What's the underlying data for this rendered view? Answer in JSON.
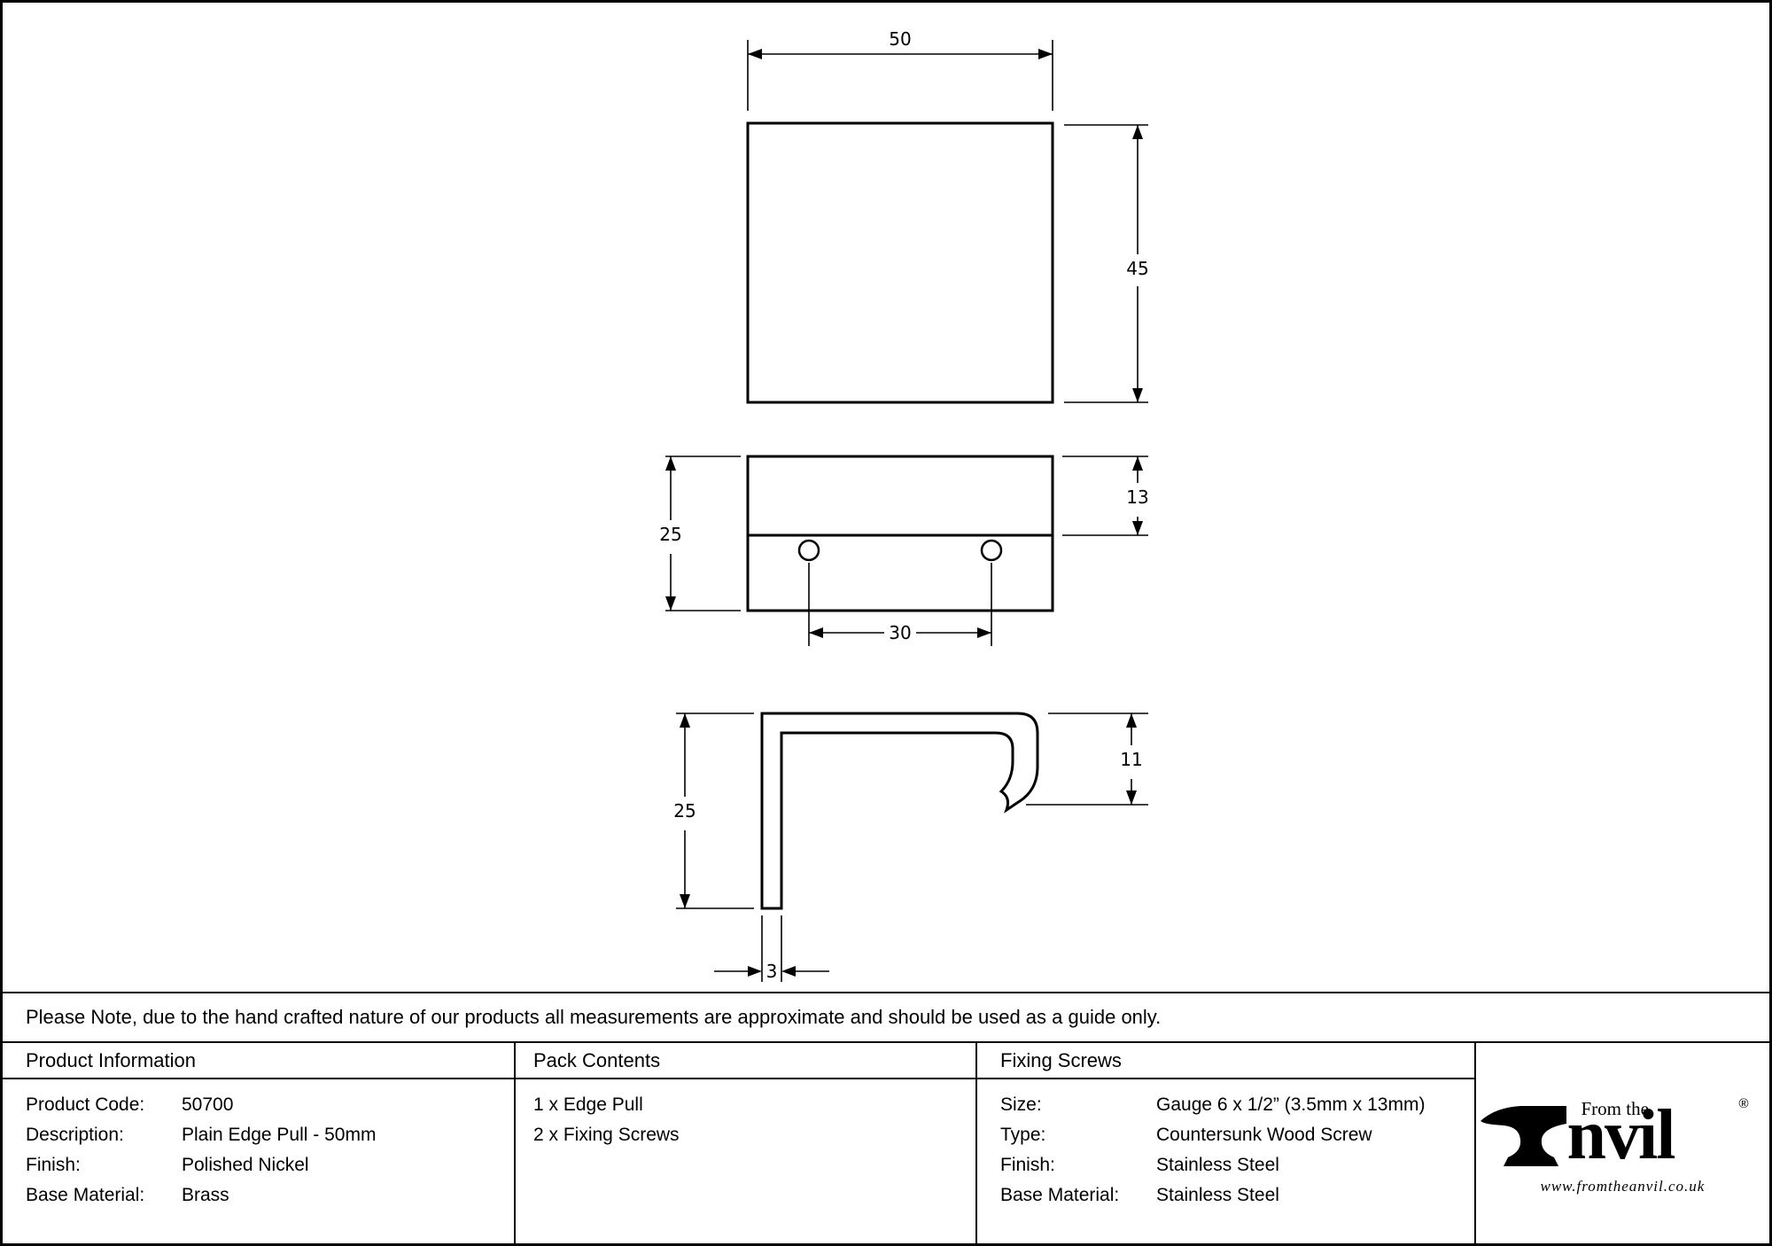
{
  "note": "Please Note, due to the hand crafted nature of our products all measurements are approximate and should be used as a guide only.",
  "drawing": {
    "front": {
      "width": "50",
      "height": "45"
    },
    "plan": {
      "depth": "25",
      "flange": "13",
      "hole_spacing": "30"
    },
    "profile": {
      "depth": "25",
      "lip": "11",
      "thickness": "3"
    }
  },
  "table": {
    "product_info": {
      "header": "Product Information",
      "rows": [
        {
          "label": "Product Code:",
          "value": "50700"
        },
        {
          "label": "Description:",
          "value": "Plain Edge Pull - 50mm"
        },
        {
          "label": "Finish:",
          "value": "Polished Nickel"
        },
        {
          "label": "Base Material:",
          "value": "Brass"
        }
      ]
    },
    "pack_contents": {
      "header": "Pack Contents",
      "items": [
        "1 x Edge Pull",
        "2 x Fixing Screws"
      ]
    },
    "fixing_screws": {
      "header": "Fixing Screws",
      "rows": [
        {
          "label": "Size:",
          "value": "Gauge 6 x 1/2” (3.5mm x 13mm)"
        },
        {
          "label": "Type:",
          "value": "Countersunk Wood Screw"
        },
        {
          "label": "Finish:",
          "value": "Stainless Steel"
        },
        {
          "label": "Base Material:",
          "value": "Stainless Steel"
        }
      ]
    }
  },
  "brand": {
    "name": "Anvil",
    "name_display_suffix": "nvil",
    "from_the": "From the",
    "registered": "®",
    "url": "www.fromtheanvil.co.uk"
  }
}
